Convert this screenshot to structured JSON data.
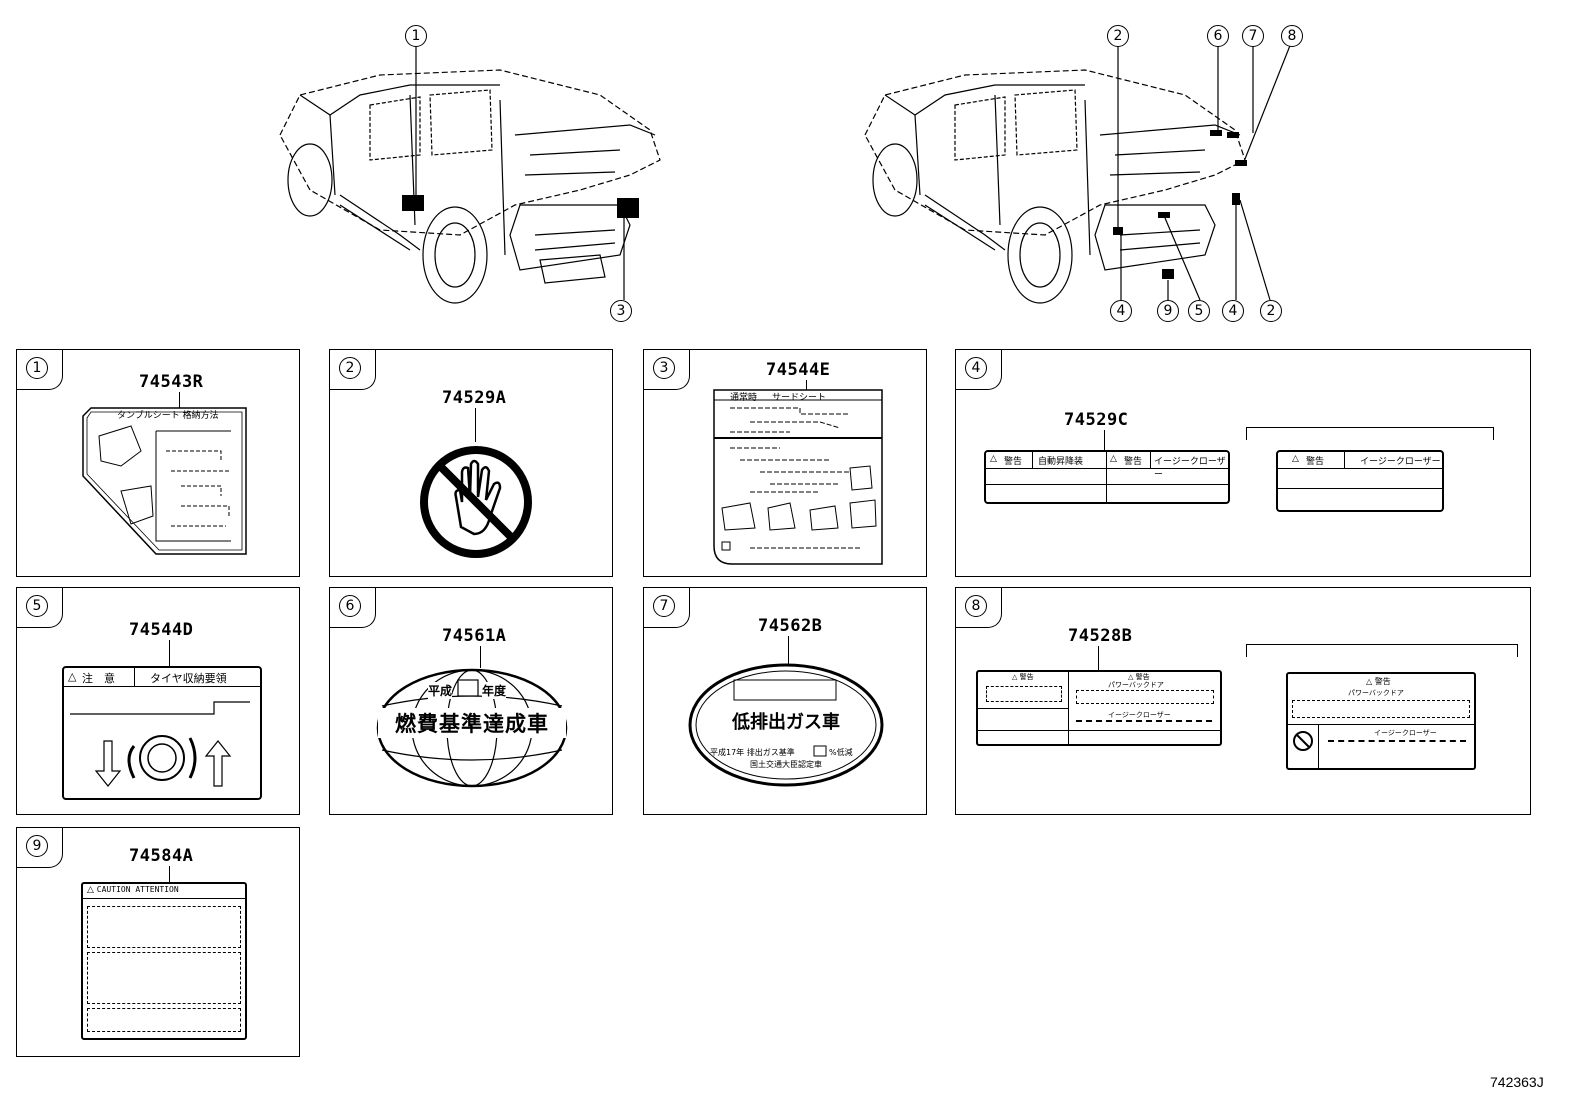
{
  "diagram_id": "742363J",
  "callouts_left": [
    "1",
    "3"
  ],
  "callouts_right": [
    "2",
    "6",
    "7",
    "8",
    "4",
    "9",
    "5",
    "4",
    "2"
  ],
  "panels": [
    {
      "index": "1",
      "part": "74543R",
      "label_header": "タンブルシート 格納方法"
    },
    {
      "index": "2",
      "part": "74529A"
    },
    {
      "index": "3",
      "part": "74544E",
      "label_header_a": "通常時",
      "label_header_b": "サードシート"
    },
    {
      "index": "4",
      "part": "74529C",
      "left_label": {
        "c1": "警告",
        "c1b": "自動昇降装",
        "c2": "警告",
        "c2b": "イージークローザー"
      },
      "right_label": {
        "c1": "警告",
        "c1b": "イージークローザー"
      }
    },
    {
      "index": "5",
      "part": "74544D",
      "label_header_a": "注　意",
      "label_header_b": "タイヤ収納要領"
    },
    {
      "index": "6",
      "part": "74561A",
      "top_a": "平成",
      "top_b": "年度",
      "main": "燃費基準達成車"
    },
    {
      "index": "7",
      "part": "74562B",
      "main": "低排出ガス車",
      "line1_a": "平成17年 排出ガス基準",
      "line1_b": "%低減",
      "line2": "国土交通大臣認定車"
    },
    {
      "index": "8",
      "part": "74528B",
      "left_label": {
        "h1": "警告",
        "h2": "警告",
        "t1": "パワーバックドア",
        "t2": "イージークローザー"
      },
      "right_label": {
        "h": "警告",
        "t1": "パワーバックドア",
        "t2": "イージークローザー"
      }
    },
    {
      "index": "9",
      "part": "74584A",
      "label_header": "CAUTION ATTENTION"
    }
  ]
}
